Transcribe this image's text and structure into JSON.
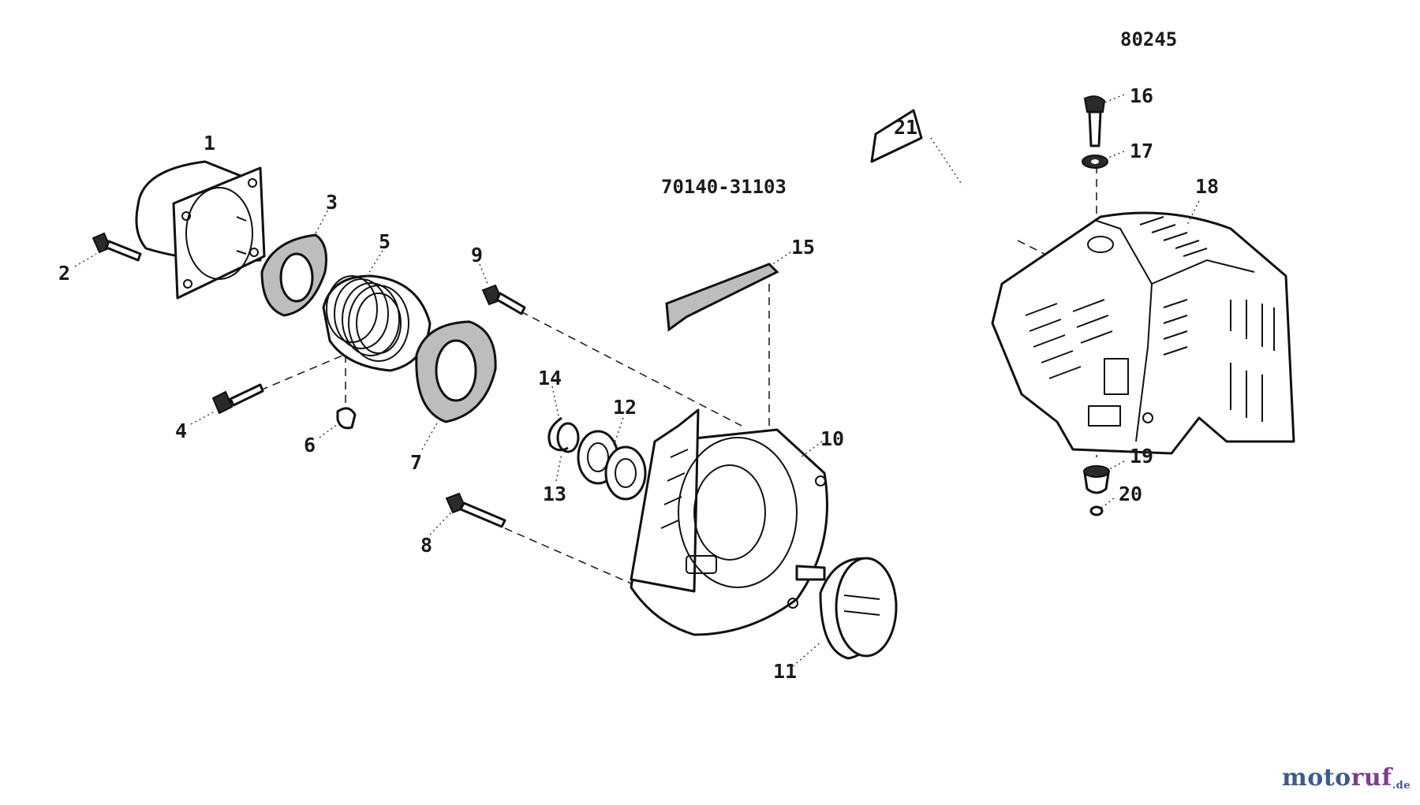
{
  "diagram": {
    "codes": {
      "top_right": "80245",
      "center": "70140-31103"
    },
    "labels": [
      "1",
      "2",
      "3",
      "4",
      "5",
      "6",
      "7",
      "8",
      "9",
      "10",
      "11",
      "12",
      "13",
      "14",
      "15",
      "16",
      "17",
      "18",
      "19",
      "20",
      "21"
    ]
  },
  "watermark": {
    "part_a": "moto",
    "part_b": "ruf",
    "suffix": ".de"
  }
}
